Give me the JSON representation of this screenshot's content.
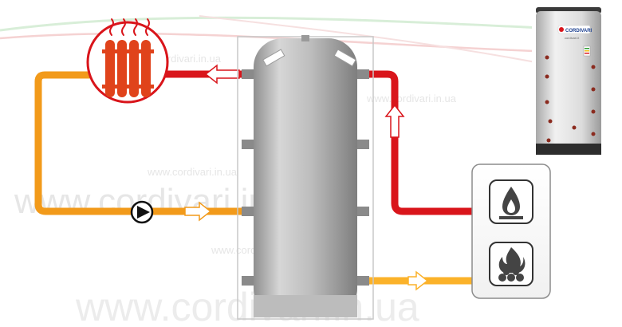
{
  "watermark": {
    "url": "www.cordivari.in.ua",
    "small_url": "www.cordivari.in.ua"
  },
  "product_photo": {
    "brand": "CORDIVARI",
    "model_text": "cordivari.it"
  },
  "diagram": {
    "hot_pipe_color": "#d9151b",
    "warm_pipe_color": "#f29a1a",
    "return_pipe_color": "#fbb22a",
    "tank_color": "#c7c7c7",
    "radiator_color": "#e0431b",
    "icons": [
      "radiator-icon",
      "pump-icon",
      "gas-burner-icon",
      "solid-fuel-boiler-icon"
    ]
  }
}
